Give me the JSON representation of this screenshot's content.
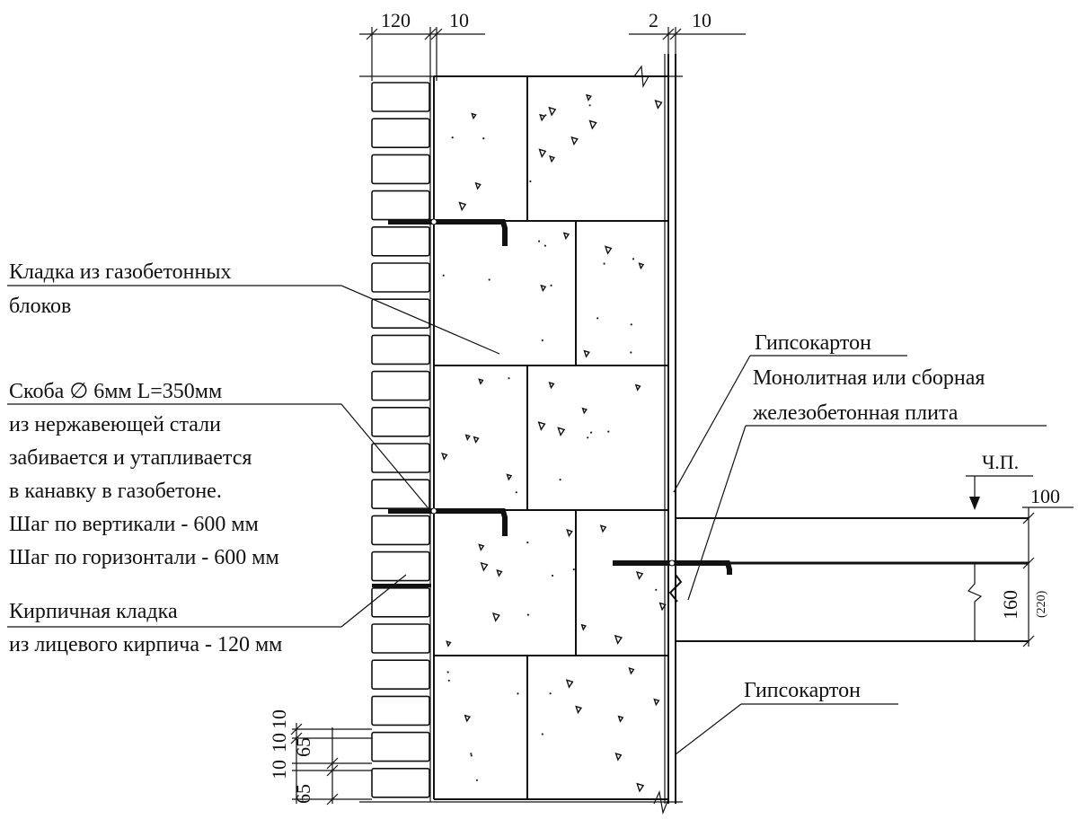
{
  "dimensions": {
    "top_brick": "120",
    "top_gap": "10",
    "top_gk_gap": "2",
    "top_gk": "10",
    "slab_offset": "100",
    "slab_thickness": "160",
    "slab_thickness_alt": "(220)",
    "clean_floor": "Ч.П.",
    "course_joint_1": "10",
    "course_joint_2": "10",
    "course_joint_3": "10",
    "course_brick_1": "65",
    "course_brick_2": "65"
  },
  "labels": {
    "aerated_masonry": [
      "Кладка из газобетонных",
      "блоков"
    ],
    "bracket": [
      "Скоба ∅ 6мм L=350мм",
      "из нержавеющей стали",
      "забивается и утапливается",
      "в канавку в газобетоне.",
      "Шаг по вертикали - 600 мм",
      "Шаг по горизонтали - 600 мм"
    ],
    "brick_masonry": [
      "Кирпичная кладка",
      "из лицевого кирпича - 120 мм"
    ],
    "drywall_top": "Гипсокартон",
    "slab": [
      "Монолитная или сборная",
      "железобетонная плита"
    ],
    "drywall_bottom": "Гипсокартон"
  }
}
